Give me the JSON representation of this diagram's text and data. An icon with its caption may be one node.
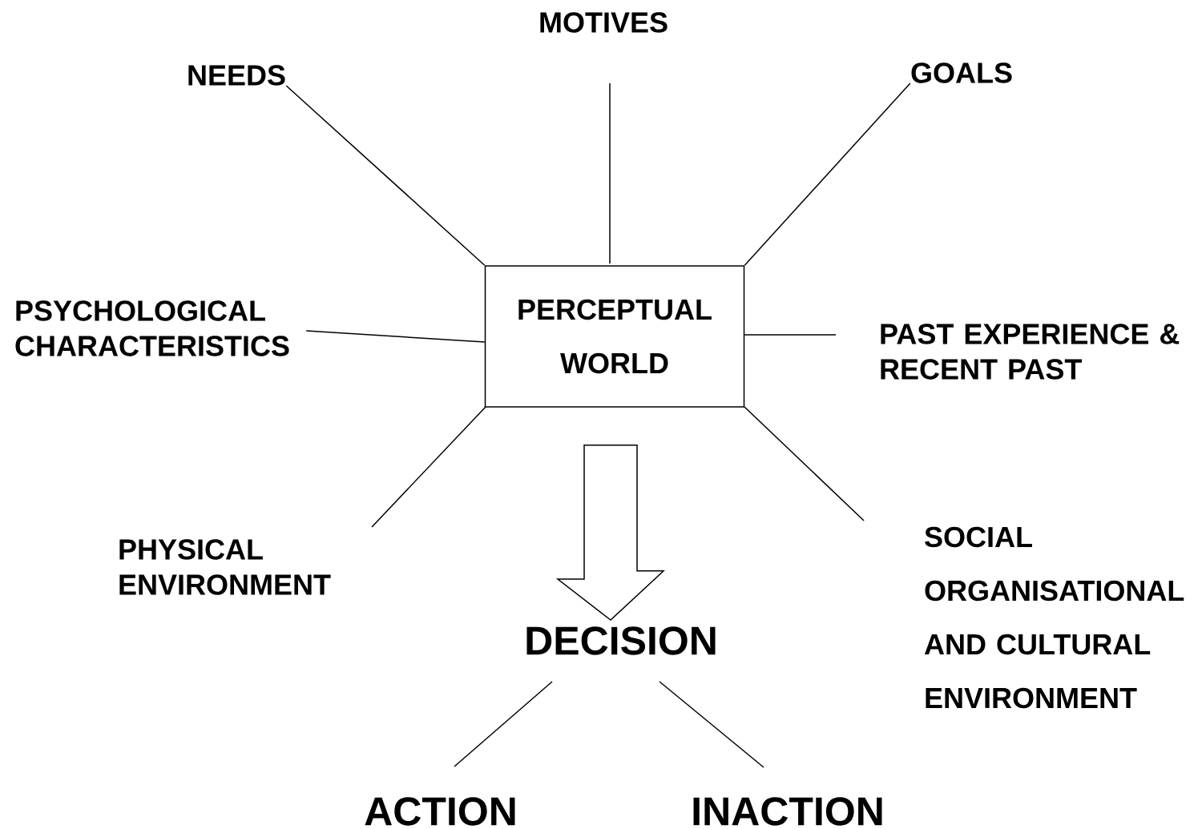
{
  "diagram": {
    "nodes": [
      {
        "text": [
          "PERCEPTUAL WORLD"
        ]
      },
      {
        "text": [
          "NEEDS"
        ]
      },
      {
        "text": [
          "MOTIVES"
        ]
      },
      {
        "text": [
          "GOALS"
        ]
      },
      {
        "text": [
          "PSYCHOLOGICAL CHARACTERISTICS"
        ]
      },
      {
        "text": [
          "PAST EXPERIENCE & RECENT PAST"
        ]
      },
      {
        "text": [
          "PHYSICAL ENVIRONMENT"
        ]
      },
      {
        "text": [
          "SOCIAL ORGANISATIONAL AND CULTURAL ENVIRONMENT"
        ]
      },
      {
        "text": [
          "DECISION"
        ]
      },
      {
        "text": [
          "ACTION"
        ]
      },
      {
        "text": [
          "INACTION"
        ]
      }
    ],
    "edges": [
      {
        "from": 0,
        "to": 1,
        "arrow": "none"
      },
      {
        "from": 0,
        "to": 2,
        "arrow": "none"
      },
      {
        "from": 0,
        "to": 3,
        "arrow": "none"
      },
      {
        "from": 0,
        "to": 4,
        "arrow": "none"
      },
      {
        "from": 0,
        "to": 5,
        "arrow": "none"
      },
      {
        "from": 0,
        "to": 6,
        "arrow": "none"
      },
      {
        "from": 0,
        "to": 7,
        "arrow": "none"
      },
      {
        "from": 0,
        "to": 8,
        "arrow": "to"
      },
      {
        "from": 8,
        "to": 9,
        "arrow": "none"
      },
      {
        "from": 8,
        "to": 10,
        "arrow": "none"
      }
    ]
  }
}
